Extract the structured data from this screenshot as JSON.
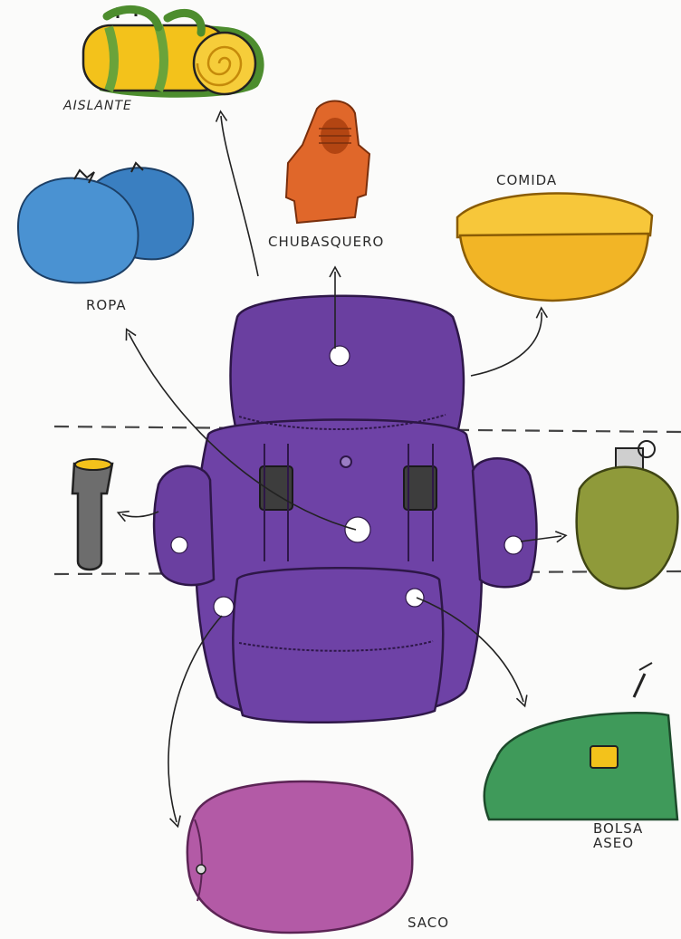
{
  "labels": {
    "aislante": "AISLANTE",
    "chubasquero": "CHUBASQUERO",
    "comida": "COMIDA",
    "ropa": "ROPA",
    "bolsa_line1": "BOLSA",
    "bolsa_line2": "ASEO",
    "saco": "SACO"
  },
  "colors": {
    "backpack": "#6a3fa0",
    "backpack_dark": "#4e2b7d",
    "ropa": "#3f86c8",
    "chubasquero": "#e0672a",
    "comida": "#f2b526",
    "flashlight": "#6d6d6d",
    "canteen": "#8f9a3a",
    "toiletry_bag": "#3f9a5a",
    "sleeping_bag": "#b35aa6",
    "mat_yellow": "#f3c21b",
    "mat_green": "#4d8d2e"
  },
  "icons": [
    "mat-icon",
    "backpack-illustration",
    "clothes-bags",
    "rain-jacket",
    "food-container",
    "flashlight",
    "canteen",
    "toiletry-bag",
    "sleeping-bag"
  ]
}
